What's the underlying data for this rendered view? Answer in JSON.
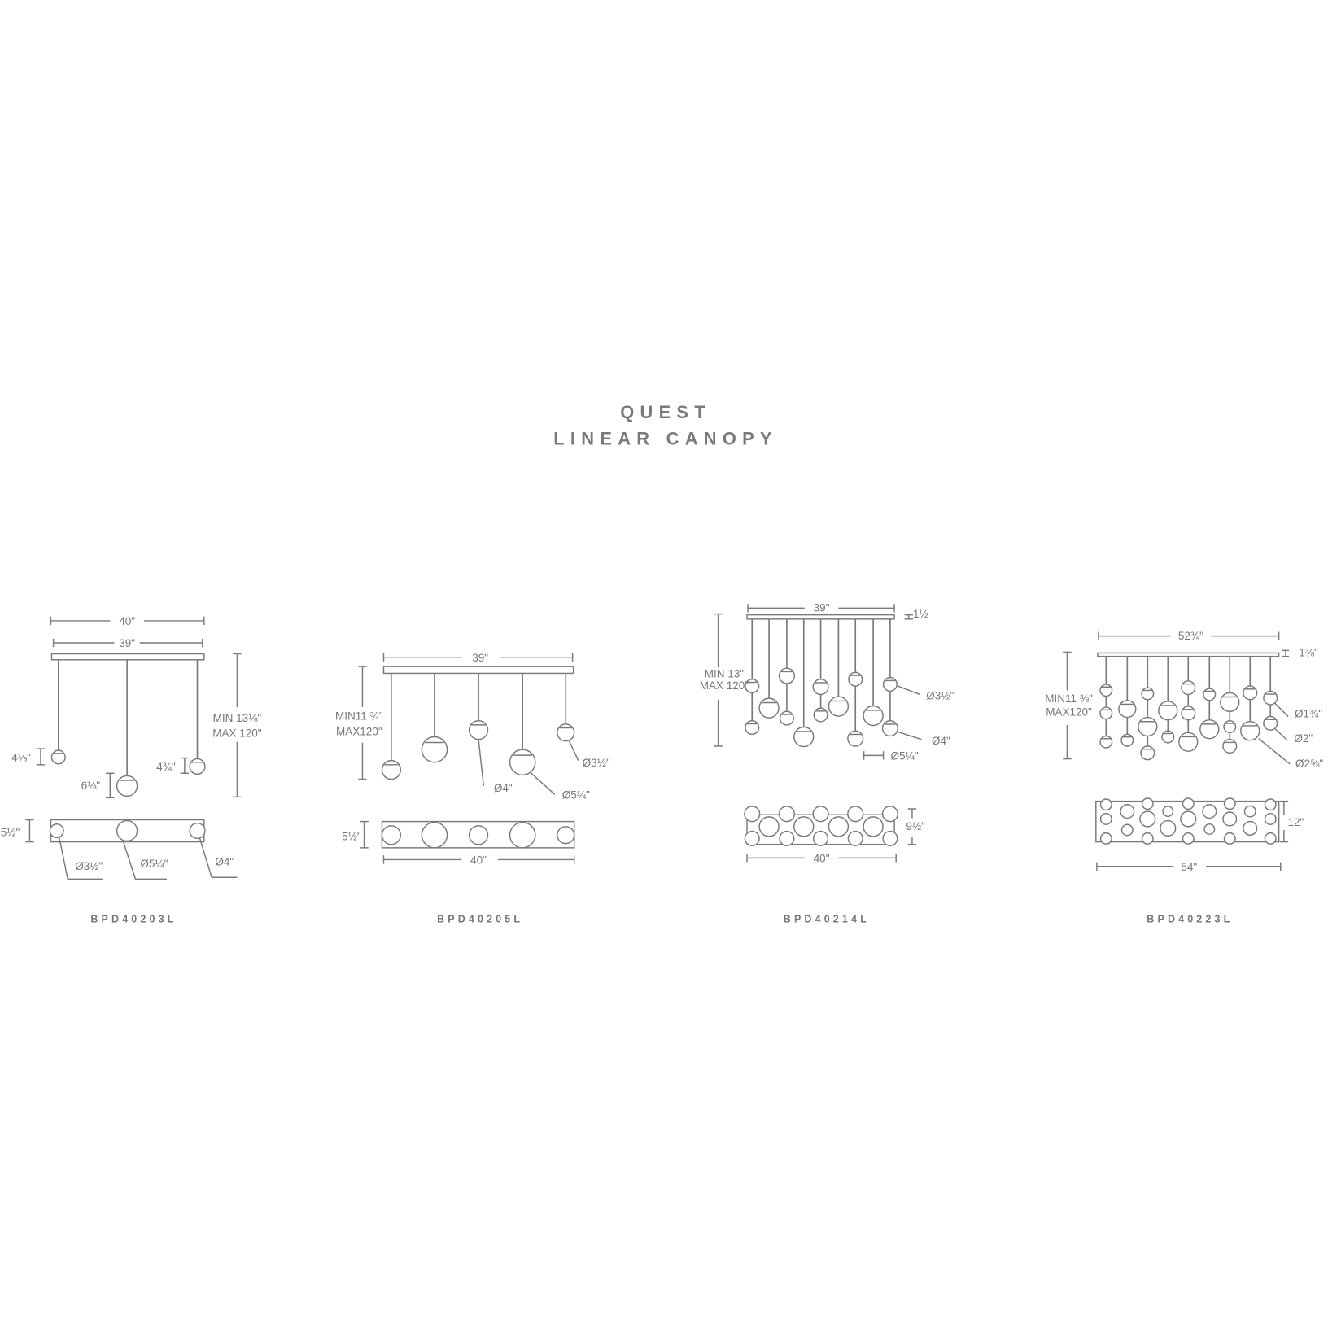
{
  "title": {
    "line1": "QUEST",
    "line2": "LINEAR CANOPY"
  },
  "colors": {
    "line": "#7a7a7a",
    "text": "#777777",
    "background": "#ffffff"
  },
  "products": [
    {
      "model": "BPD40203L",
      "overall_width": "40\"",
      "canopy_width": "39\"",
      "height": {
        "min": "MIN 13⅛\"",
        "max": "MAX 120\""
      },
      "globe_heights": [
        "4⅛\"",
        "6⅛\"",
        "4¾\""
      ],
      "canopy_depth": "5½\"",
      "diameters": [
        "Ø3½\"",
        "Ø5¼\"",
        "Ø4\""
      ]
    },
    {
      "model": "BPD40205L",
      "canopy_width": "39\"",
      "height": {
        "min": "MIN11  ¾\"",
        "max": "MAX120\""
      },
      "diameters": [
        "Ø4\"",
        "Ø5¼\"",
        "Ø3½\""
      ],
      "canopy_depth": "5½\"",
      "overall_width": "40\""
    },
    {
      "model": "BPD40214L",
      "canopy_width": "39\"",
      "canopy_height": "1½",
      "height": {
        "min": "MIN 13\"",
        "max": "MAX 120\""
      },
      "diameters": [
        "Ø3½\"",
        "Ø4\"",
        "Ø5¼\""
      ],
      "canopy_depth": "9½\"",
      "overall_width": "40\""
    },
    {
      "model": "BPD40223L",
      "canopy_width": "52¾\"",
      "canopy_height": "1⅜\"",
      "height": {
        "min": "MIN11 ⅜\"",
        "max": "MAX120\""
      },
      "diameters": [
        "Ø1¾\"",
        "Ø2\"",
        "Ø2⅝\""
      ],
      "canopy_depth": "12\"",
      "overall_width": "54\""
    }
  ]
}
